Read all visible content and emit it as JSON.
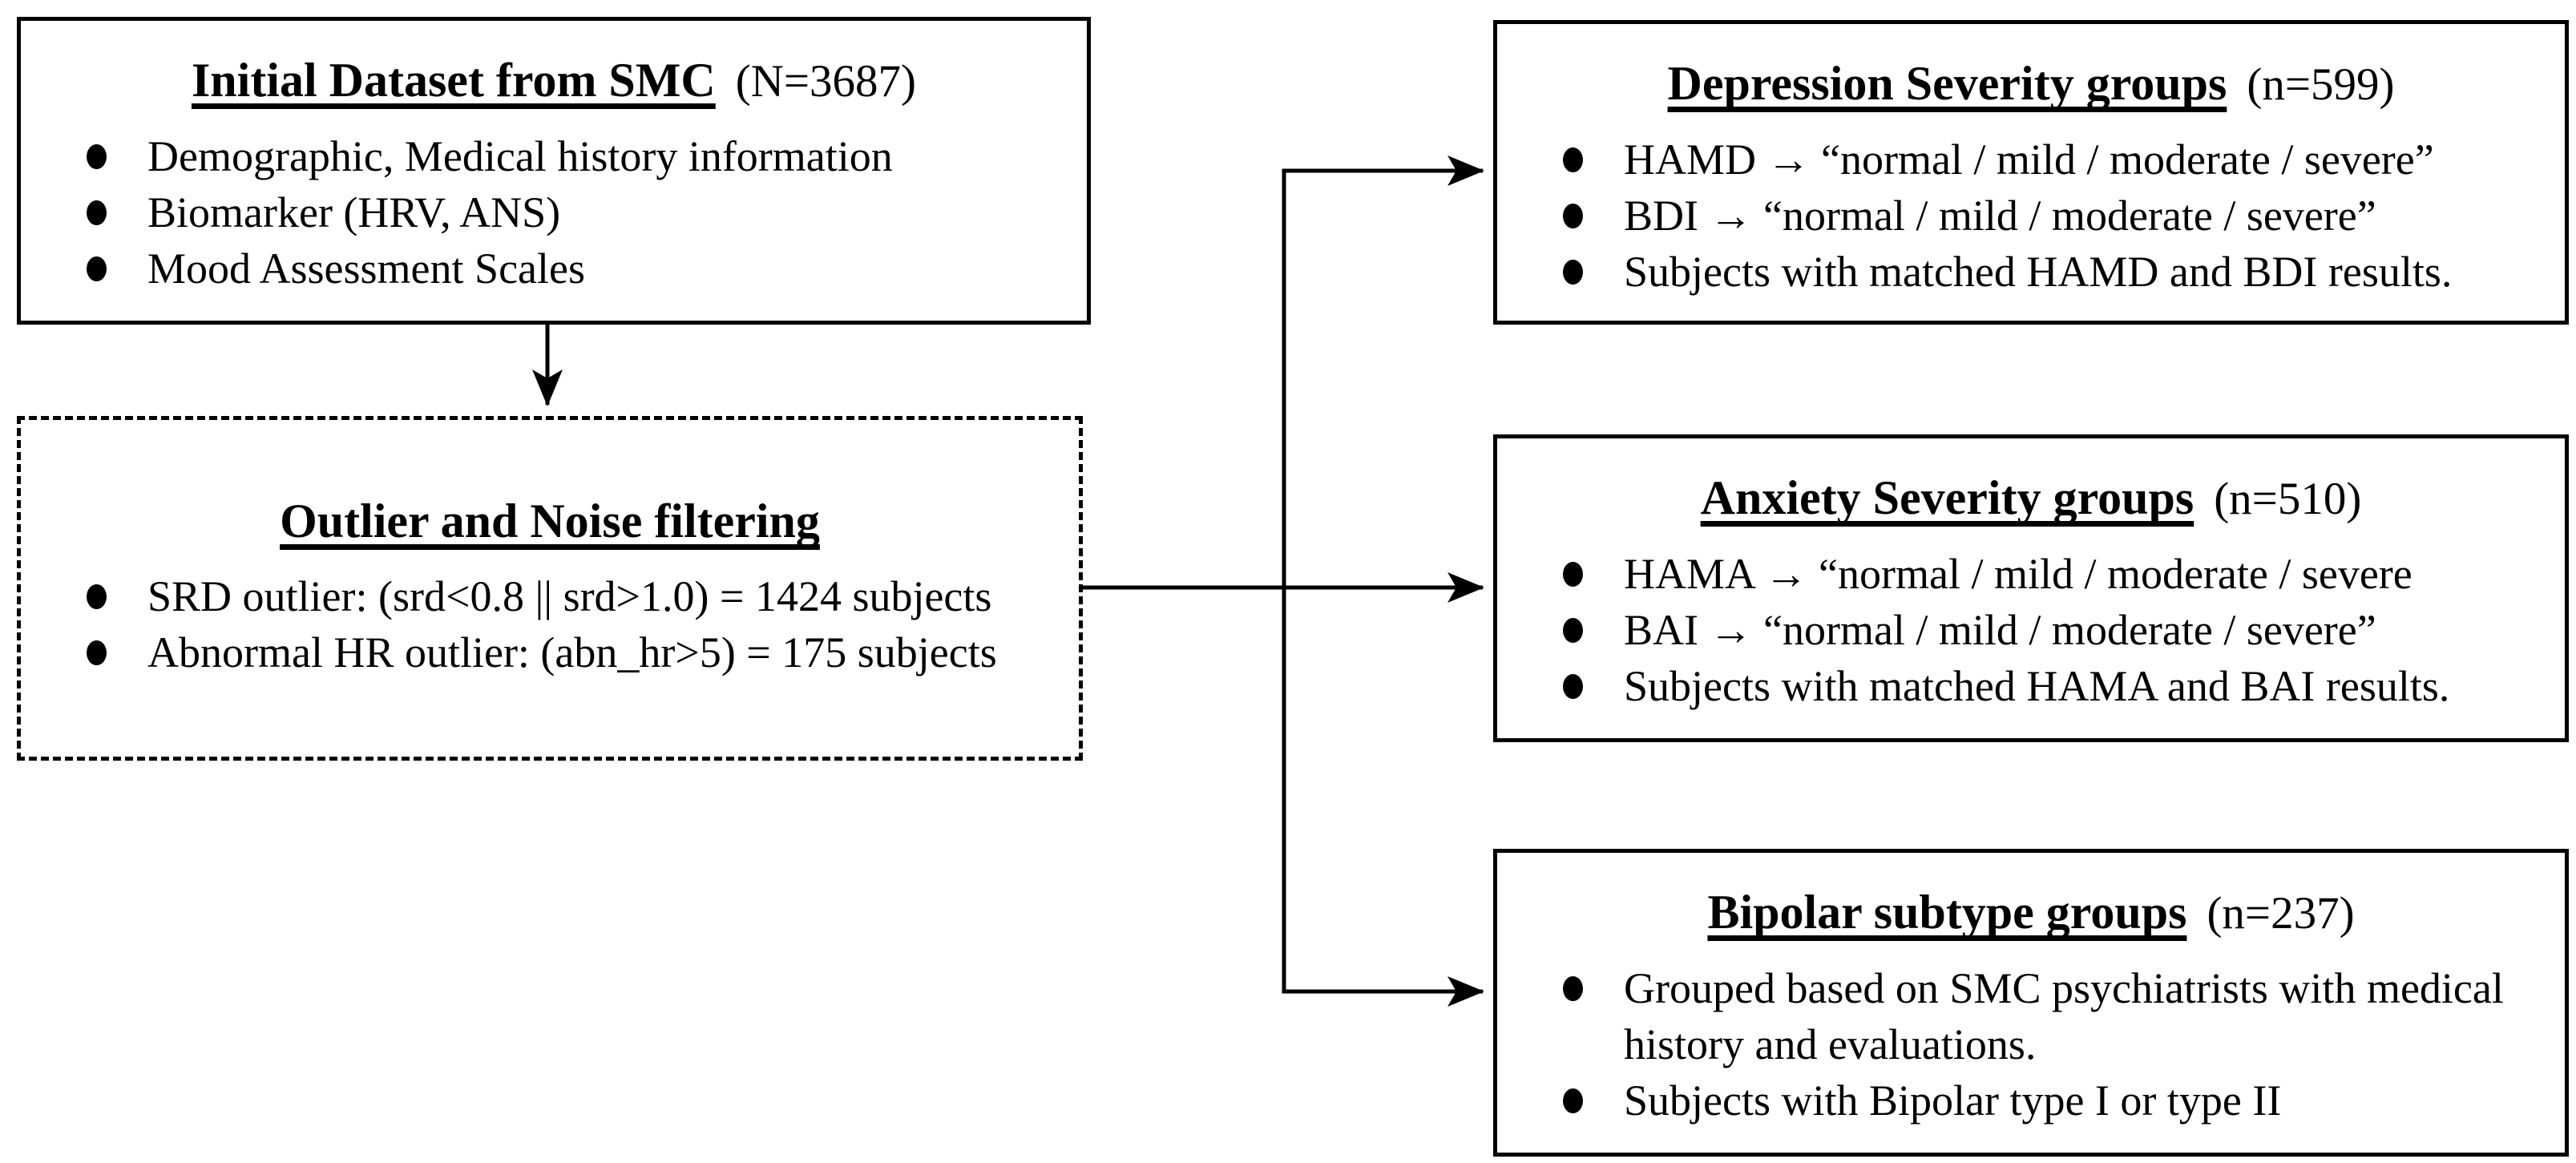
{
  "colors": {
    "line": "#000000",
    "background": "#ffffff"
  },
  "boxes": {
    "initial": {
      "title": "Initial Dataset from SMC",
      "count": "(N=3687)",
      "bullets": [
        "Demographic, Medical history information",
        "Biomarker (HRV, ANS)",
        "Mood Assessment Scales"
      ]
    },
    "filtering": {
      "title": "Outlier and Noise filtering",
      "bullets": [
        "SRD outlier: (srd<0.8 || srd>1.0) = 1424 subjects",
        "Abnormal HR outlier: (abn_hr>5) = 175 subjects"
      ]
    },
    "depression": {
      "title": "Depression Severity groups",
      "count": "(n=599)",
      "bullets": [
        "HAMD → “normal / mild / moderate / severe”",
        "BDI → “normal / mild / moderate / severe”",
        "Subjects with matched HAMD and BDI results."
      ]
    },
    "anxiety": {
      "title": "Anxiety Severity groups",
      "count": "(n=510)",
      "bullets": [
        "HAMA → “normal / mild / moderate / severe",
        "BAI → “normal / mild / moderate / severe”",
        "Subjects with matched HAMA and BAI results."
      ]
    },
    "bipolar": {
      "title": "Bipolar subtype groups",
      "count": "(n=237)",
      "bullets": [
        "Grouped based on SMC psychiatrists with medical history and evaluations.",
        "Subjects with Bipolar type I or type II"
      ]
    }
  }
}
